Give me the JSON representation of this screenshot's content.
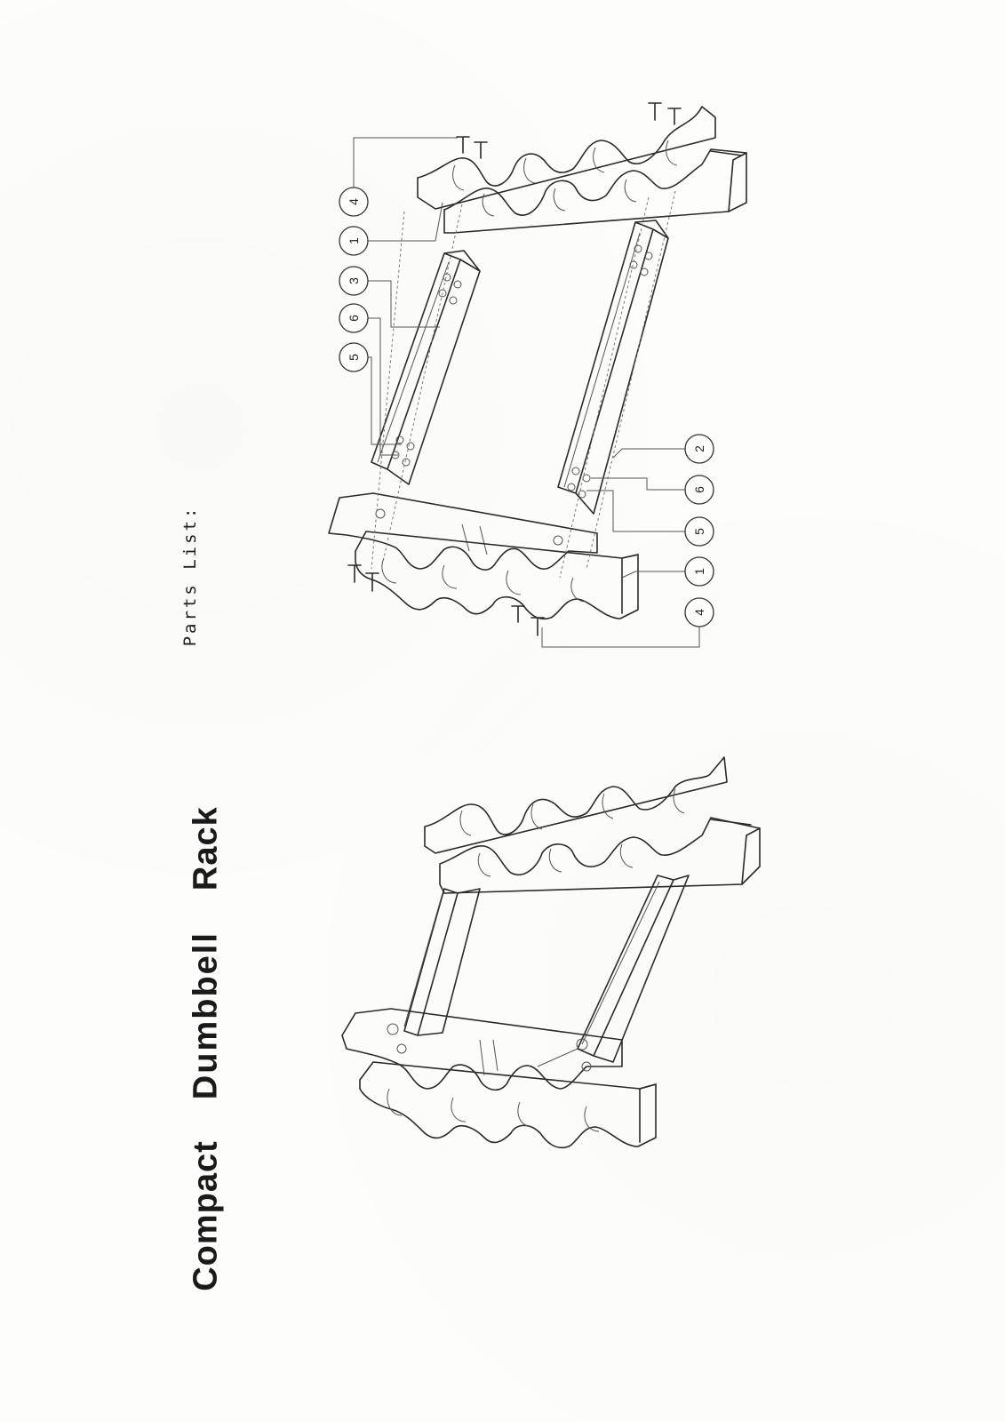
{
  "title": {
    "word1": "Compact",
    "word2": "Dumbbell",
    "word3": "Rack"
  },
  "parts_label": "Parts List:",
  "callouts": {
    "upper_row": [
      "5",
      "6",
      "3",
      "1",
      "4"
    ],
    "lower_row": [
      "4",
      "1",
      "5",
      "6",
      "2"
    ]
  },
  "colors": {
    "line": "#2a2a2a",
    "paper": "#fdfdfb"
  }
}
